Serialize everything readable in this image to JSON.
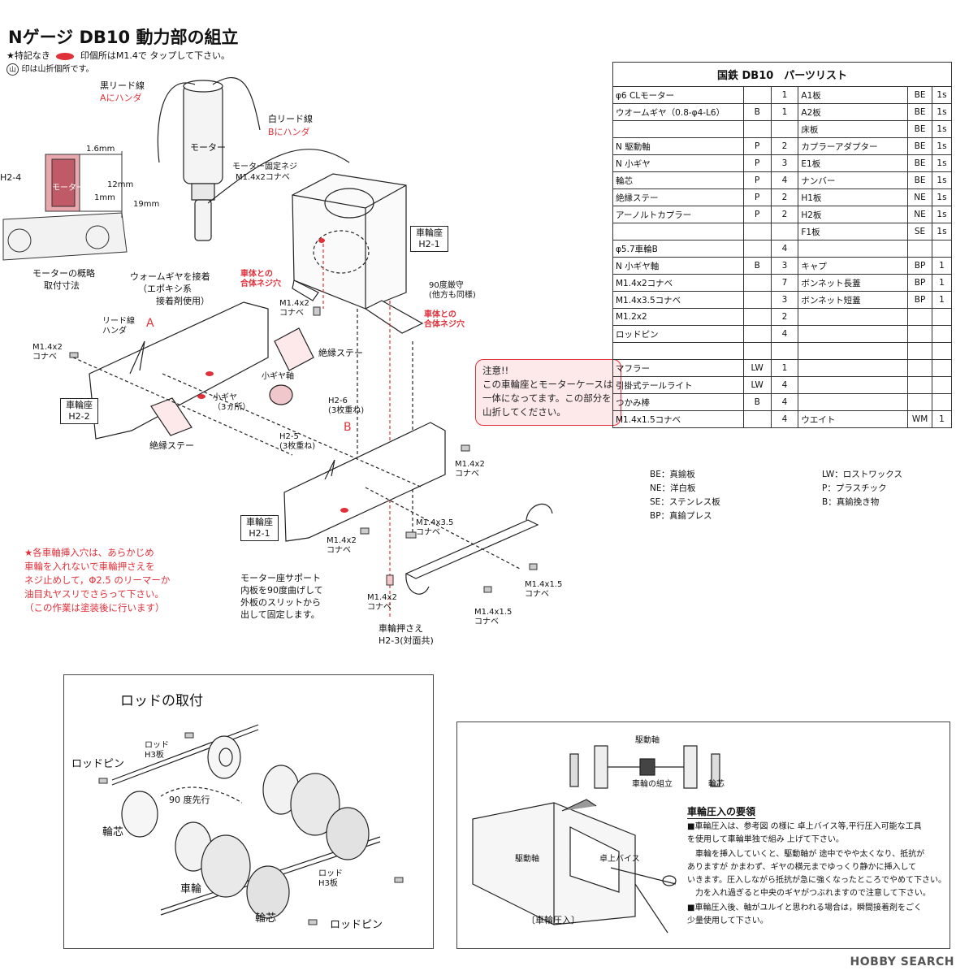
{
  "header": {
    "title": "Nゲージ DB10 動力部の組立",
    "note1_pre": "★特記なき",
    "note1_post": "印個所はM1.4で タップして下さい。",
    "note2_mark": "山",
    "note2": "印は山折個所です。"
  },
  "motor_area": {
    "black_lead": "黒リード線",
    "black_lead_solder": "Aにハンダ",
    "white_lead": "白リード線",
    "white_lead_solder": "Bにハンダ",
    "motor": "モーター",
    "motor_screw_1": "モーター固定ネジ",
    "motor_screw_2": "M1.4x2コナベ",
    "dim_16": "1.6mm",
    "dim_12": "12mm",
    "dim_1": "1mm",
    "dim_19": "19mm",
    "h24": "H2-4",
    "motor_small": "モーター",
    "motor_outline_1": "モーターの概略",
    "motor_outline_2": "取付寸法",
    "worm_1": "ウォームギヤを接着",
    "worm_2": "（エポキシ系",
    "worm_3": "接着剤使用）"
  },
  "assembly": {
    "wheel_seat_label_1": "車輪座",
    "wheel_seat_label_1b": "H2-1",
    "body_screw_hole": "車体との\n合体ネジ穴",
    "m14x2_top": "M1.4x2\nコナベ",
    "fold_90": "90度厳守\n(他方も同様)",
    "body_screw_hole_2": "車体との\n合体ネジ穴",
    "lead_solder": "リード線\nハンダ",
    "a": "A",
    "b": "B",
    "m14x2_left": "M1.4x2\nコナベ",
    "insulation_stay_1": "絶縁ステー",
    "small_gear_shaft": "小ギヤ軸",
    "small_gear": "小ギヤ\n（3ヵ所）",
    "h26": "H2-6\n(3枚重ね)",
    "h25": "H2-5\n(3枚重ね)",
    "wheel_seat_h22_1": "車輪座",
    "wheel_seat_h22_2": "H2-2",
    "insulation_stay_2": "絶縁ステー",
    "m14x2_right": "M1.4x2\nコナベ",
    "wheel_seat_h21_1": "車輪座",
    "wheel_seat_h21_2": "H2-1",
    "m14x35": "M1.4x3.5\nコナベ",
    "m14x2_bottom": "M1.4x2\nコナベ",
    "m14x2_bottom2": "M1.4x2\nコナベ",
    "m14x15_a": "M1.4x1.5\nコナベ",
    "m14x15_b": "M1.4x1.5\nコナベ",
    "motor_support": "モーター座サポート\n内板を90度曲げして\n外板のスリットから\n出して固定します。",
    "wheel_presser": "車輪押さえ\nH2-3(対面共)",
    "red_note": "★各車軸挿入穴は、あらかじめ\n車輪を入れないで車輪押さえを\nネジ止めして，Φ2.5 のリーマーか\n油目丸ヤスリでさらって下さい。\n（この作業は塗装後に行います）"
  },
  "callout": {
    "line1": "注意!!",
    "line2": "この車輪座とモーターケースは",
    "line3": "一体になってます。この部分を",
    "line4": "山折してください。"
  },
  "parts_table": {
    "title": "国鉄 DB10　パーツリスト",
    "rows": [
      [
        "φ6 CLモーター",
        "",
        "1",
        "A1板",
        "BE",
        "1s"
      ],
      [
        "ウオームギヤ（0.8-φ4-L6）",
        "B",
        "1",
        "A2板",
        "BE",
        "1s"
      ],
      [
        "",
        "",
        "",
        "床板",
        "BE",
        "1s"
      ],
      [
        "N 駆動軸",
        "P",
        "2",
        "カプラーアダプター",
        "BE",
        "1s"
      ],
      [
        "N 小ギヤ",
        "P",
        "3",
        "E1板",
        "BE",
        "1s"
      ],
      [
        "輪芯",
        "P",
        "4",
        "ナンバー",
        "BE",
        "1s"
      ],
      [
        "絶縁ステー",
        "P",
        "2",
        "H1板",
        "NE",
        "1s"
      ],
      [
        "アーノルトカプラー",
        "P",
        "2",
        "H2板",
        "NE",
        "1s"
      ],
      [
        "",
        "",
        "",
        "F1板",
        "SE",
        "1s"
      ],
      [
        "φ5.7車輪B",
        "",
        "4",
        "",
        "",
        ""
      ],
      [
        "N 小ギヤ軸",
        "B",
        "3",
        "キャプ",
        "BP",
        "1"
      ],
      [
        "M1.4x2コナベ",
        "",
        "7",
        "ボンネット長蓋",
        "BP",
        "1"
      ],
      [
        "M1.4x3.5コナベ",
        "",
        "3",
        "ボンネット短蓋",
        "BP",
        "1"
      ],
      [
        "M1.2x2",
        "",
        "2",
        "",
        "",
        ""
      ],
      [
        "ロッドピン",
        "",
        "4",
        "",
        "",
        ""
      ],
      [
        "",
        "",
        "",
        "",
        "",
        ""
      ],
      [
        "マフラー",
        "LW",
        "1",
        "",
        "",
        ""
      ],
      [
        "引掛式テールライト",
        "LW",
        "4",
        "",
        "",
        ""
      ],
      [
        "つかみ棒",
        "B",
        "4",
        "",
        "",
        ""
      ],
      [
        "M1.4x1.5コナベ",
        "",
        "4",
        "ウエイト",
        "WM",
        "1"
      ]
    ]
  },
  "legend": {
    "be": "BE：真鍮板",
    "ne": "NE：洋白板",
    "se": "SE：ステンレス板",
    "bp": "BP：真鍮プレス",
    "lw": "LW：ロストワックス",
    "p": "P：プラスチック",
    "b": "B：真鍮挽き物"
  },
  "rod_section": {
    "title": "ロッドの取付",
    "rod_pin_1": "ロッドピン",
    "rod_h3_1": "ロッド\nH3板",
    "deg90": "90 度先行",
    "wheel_core_1": "輪芯",
    "wheel": "車輪",
    "wheel_core_2": "輪芯",
    "rod_h3_2": "ロッド\nH3板",
    "rod_pin_2": "ロッドピン"
  },
  "press_section": {
    "drive_shaft": "駆動軸",
    "wheel_assembly": "車輪の組立",
    "wheel_core": "輪芯",
    "drive_shaft_2": "駆動軸",
    "vise": "卓上バイス",
    "press_label": "〔車輪圧入〕",
    "heading": "車輪圧入の要領",
    "p1": "■車輪圧入は、参考図 の様に 卓上バイス等,平行圧入可能な工具",
    "p2": "を使用して車輪単独で組み 上げて下さい。",
    "p3": "　車輪を挿入していくと、駆動軸が 途中でやや太くなり、抵抗が",
    "p4": "ありますが かまわず、ギヤの横元までゆっくり静かに挿入して",
    "p5": "いきます。圧入しながら抵抗が急に強くなったところでやめて下さい。",
    "p6": "　力を入れ過ぎると中央のギヤがつぶれますので注意して下さい。",
    "p7": "■車輪圧入後、軸がユルイと思われる場合は，瞬間接着剤をごく",
    "p8": "少量使用して下さい。"
  },
  "watermark": "HOBBY SEARCH",
  "colors": {
    "accent_red": "#e0303a",
    "callout_bg": "#fde8ea"
  }
}
